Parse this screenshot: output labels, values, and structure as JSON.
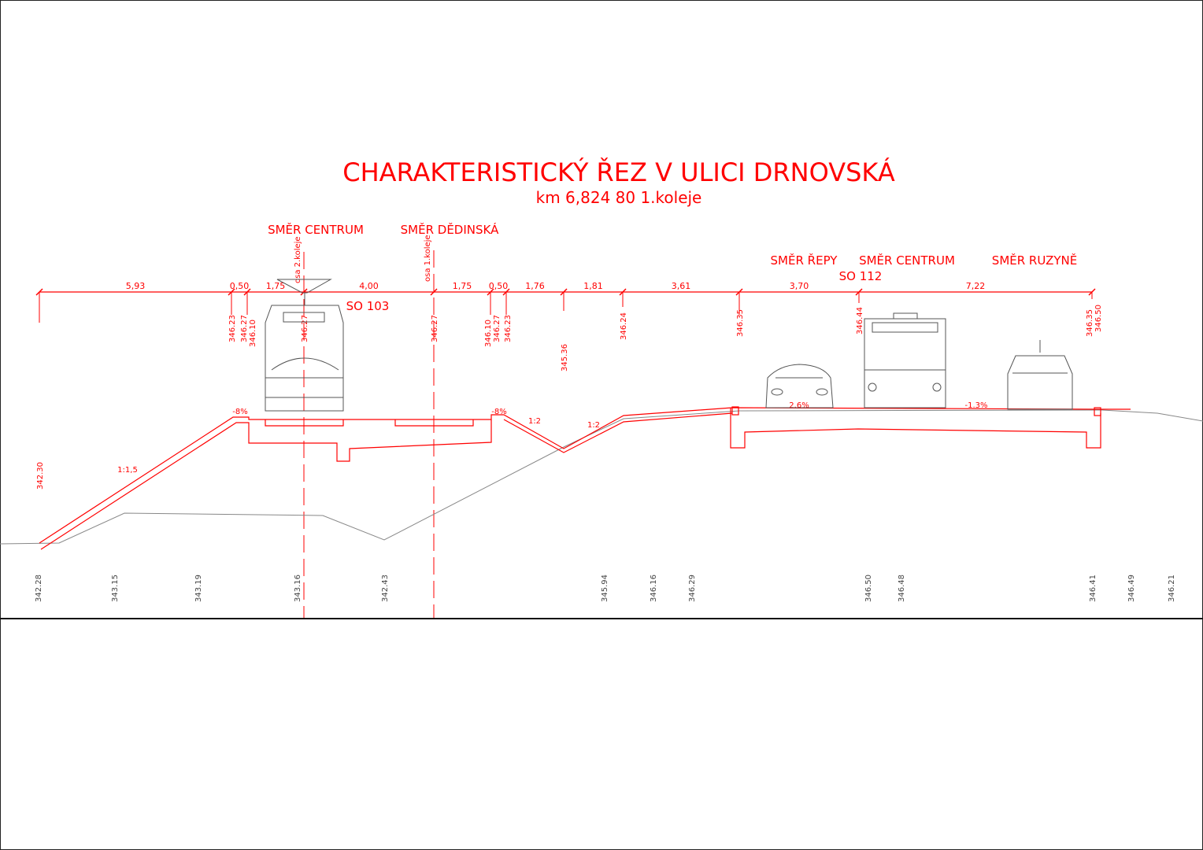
{
  "title": "CHARAKTERISTICKÝ ŘEZ  V ULICI DRNOVSKÁ",
  "subtitle": "km 6,824 80    1.koleje",
  "directions": [
    "SMĚR CENTRUM",
    "SMĚR DĚDINSKÁ",
    "SMĚR ŘEPY",
    "SMĚR CENTRUM",
    "SMĚR RUZYNĚ"
  ],
  "objects": [
    "SO 103",
    "SO 112"
  ],
  "axes": [
    "osa 2.koleje",
    "osa 1.koleje"
  ],
  "dimensions": [
    "5,93",
    "0,50",
    "1,75",
    "4,00",
    "1,75",
    "0,50",
    "1,76",
    "1,81",
    "3,61",
    "3,70",
    "7,22"
  ],
  "design_levels": [
    "346.23",
    "346.27",
    "346.10",
    "346.27",
    "346.27",
    "346.10",
    "346.27",
    "346.23",
    "345.36",
    "346.24",
    "346.35",
    "346.44",
    "346.35",
    "346.50",
    "342.30"
  ],
  "slopes": [
    "-8%",
    "-8%",
    "1:2",
    "1:2",
    "1:1,5",
    "2.6%",
    "-1.3%"
  ],
  "terrain_levels": [
    "342.28",
    "343.15",
    "343.19",
    "343.16",
    "342.43",
    "345.94",
    "346.16",
    "346.29",
    "346.50",
    "346.48",
    "346.41",
    "346.49",
    "346.21"
  ],
  "colors": {
    "design": "#ff0000",
    "terrain": "#808080",
    "vehicles": "#555555"
  }
}
